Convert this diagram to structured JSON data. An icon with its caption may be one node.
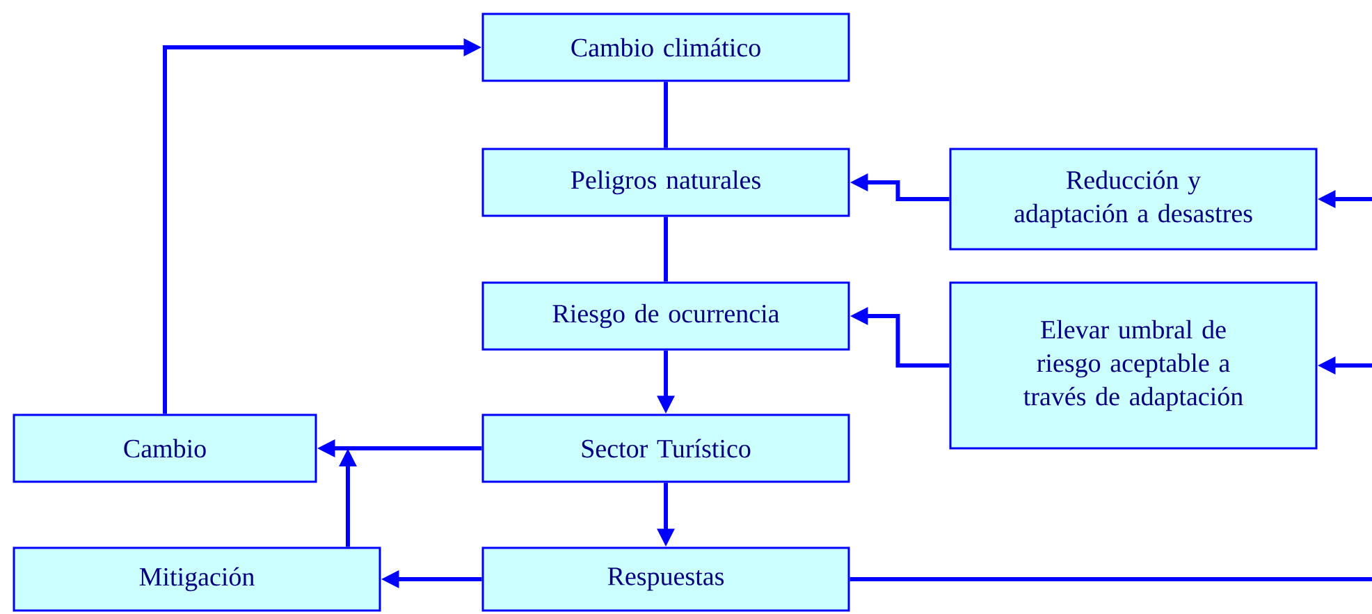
{
  "diagram": {
    "nodes": [
      {
        "text": [
          "Cambio climático"
        ]
      },
      {
        "text": [
          "Peligros naturales"
        ]
      },
      {
        "text": [
          "Riesgo de ocurrencia"
        ]
      },
      {
        "text": [
          "Sector Turístico"
        ]
      },
      {
        "text": [
          "Respuestas"
        ]
      },
      {
        "text": [
          "Reducción y adaptación a desastres"
        ]
      },
      {
        "text": [
          "Elevar umbral de riesgo aceptable a través de adaptación"
        ]
      },
      {
        "text": [
          "Cambio"
        ]
      },
      {
        "text": [
          "Mitigación"
        ]
      }
    ],
    "edges": [
      {
        "from": 0,
        "to": 1,
        "arrow": "none"
      },
      {
        "from": 1,
        "to": 2,
        "arrow": "none"
      },
      {
        "from": 2,
        "to": 3,
        "arrow": "to"
      },
      {
        "from": 3,
        "to": 4,
        "arrow": "to"
      },
      {
        "from": 5,
        "to": 1,
        "arrow": "to"
      },
      {
        "from": 6,
        "to": 2,
        "arrow": "to"
      },
      {
        "from": 3,
        "to": 7,
        "arrow": "to"
      },
      {
        "from": 8,
        "to": 7,
        "arrow": "to"
      },
      {
        "from": 7,
        "to": 0,
        "arrow": "to"
      },
      {
        "from": 4,
        "to": 8,
        "arrow": "to"
      },
      {
        "from": 4,
        "to": null,
        "arrow": "none"
      },
      {
        "from": null,
        "to": 5,
        "arrow": "to"
      },
      {
        "from": null,
        "to": 6,
        "arrow": "to"
      }
    ]
  }
}
